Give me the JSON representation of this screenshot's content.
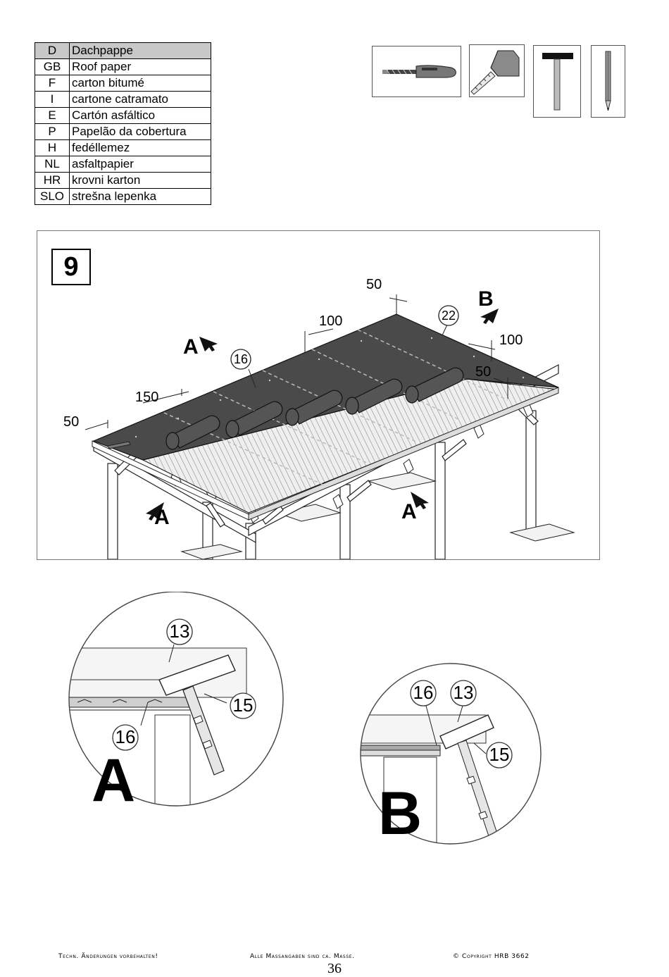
{
  "language_table": [
    {
      "code": "D",
      "term": "Dachpappe"
    },
    {
      "code": "GB",
      "term": "Roof paper"
    },
    {
      "code": "F",
      "term": "carton bitumé"
    },
    {
      "code": "I",
      "term": "cartone catramato"
    },
    {
      "code": "E",
      "term": "Cartón asfáltico"
    },
    {
      "code": "P",
      "term": "Papelão da cobertura"
    },
    {
      "code": "H",
      "term": "fedéllemez"
    },
    {
      "code": "NL",
      "term": "asfaltpapier"
    },
    {
      "code": "HR",
      "term": "krovni karton"
    },
    {
      "code": "SLO",
      "term": "strešna lepenka"
    }
  ],
  "tools": [
    "utility-knife-icon",
    "tape-measure-icon",
    "hammer-icon",
    "pencil-icon"
  ],
  "step": {
    "number": "9",
    "dimensions": {
      "d50_top": "50",
      "d100_mid": "100",
      "d100_right": "100",
      "d50_right": "50",
      "d150_left": "150",
      "d50_left": "50"
    },
    "part_labels": {
      "roll": "16",
      "roof": "22"
    },
    "view_markers": {
      "a1": "A",
      "a2": "A",
      "a3": "A",
      "b": "B"
    }
  },
  "detail_a": {
    "letter": "A",
    "labels": {
      "top": "13",
      "side": "15",
      "paper": "16"
    }
  },
  "detail_b": {
    "letter": "B",
    "labels": {
      "paper": "16",
      "top": "13",
      "side": "15"
    }
  },
  "footer": {
    "left": "Techn. Änderungen vorbehalten!",
    "center": "Alle Massangaben sind ca. Masse.",
    "right": "© Copyright HRB 3662",
    "page": "36"
  }
}
